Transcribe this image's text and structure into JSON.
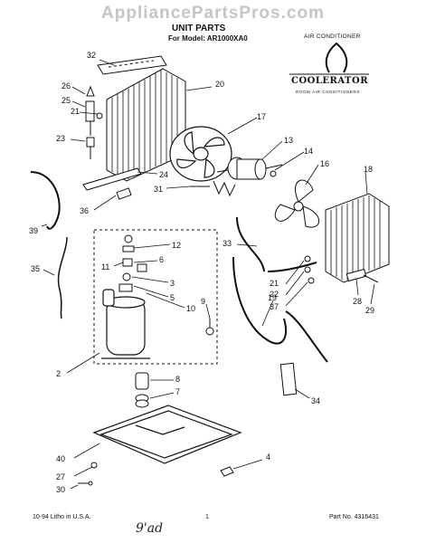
{
  "watermark": "AppliancePartsPros.com",
  "header": {
    "title": "UNIT PARTS",
    "model": "For Model: AR1000XA0",
    "subtitle": "AIR CONDITIONER"
  },
  "brand": {
    "name": "COOLERATOR",
    "tagline": "ROOM AIR CONDITIONERS"
  },
  "callouts": [
    "32",
    "20",
    "26",
    "25",
    "21",
    "17",
    "13",
    "14",
    "16",
    "18",
    "23",
    "24",
    "31",
    "36",
    "39",
    "12",
    "6",
    "11",
    "33",
    "35",
    "3",
    "5",
    "10",
    "19",
    "21",
    "22",
    "37",
    "9",
    "28",
    "29",
    "2",
    "8",
    "7",
    "34",
    "4",
    "40",
    "27",
    "30"
  ],
  "footer": {
    "left": "10-94  Litho in U.S.A.",
    "page": "1",
    "part_no": "Part No. 4316431"
  },
  "signature": "9'ad"
}
